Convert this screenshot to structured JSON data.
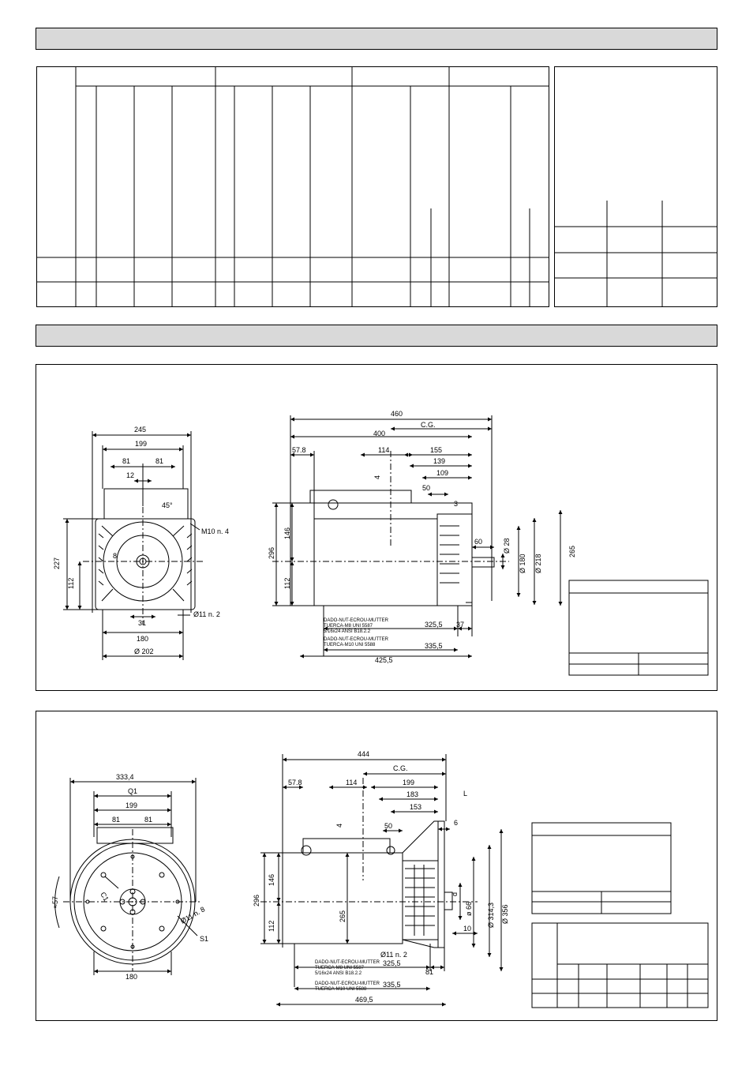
{
  "drawing1": {
    "front": {
      "w245": "245",
      "w199": "199",
      "w81a": "81",
      "w81b": "81",
      "w12": "12",
      "a45": "45°",
      "m10": "M10  n. 4",
      "h227": "227",
      "h112": "112",
      "d8": "8",
      "w31": "31",
      "h11": "Ø11  n. 2",
      "w180": "180",
      "d202": "Ø 202"
    },
    "side": {
      "l460": "460",
      "cg": "C.G.",
      "l400": "400",
      "l57": "57.8",
      "l114": "114",
      "l155": "155",
      "l139": "139",
      "l109": "109",
      "l50": "50",
      "v4": "4",
      "v3": "3",
      "l60": "60",
      "h146": "146",
      "h296": "296",
      "h112": "112",
      "h265": "265",
      "d28": "Ø 28",
      "d180": "Ø 180",
      "d218": "Ø 218",
      "nut1a": "DADO-NUT-ECROU-MUTTER",
      "nut1b": "TUERCA-M8 UNI 5587",
      "nut1c": "5/16x24 ANSI B18.2.2",
      "nut2a": "DADO-NUT-ECROU-MUTTER",
      "nut2b": "TUERCA-M10 UNI 5588",
      "l325": "325,5",
      "l37": "37",
      "l335": "335,5",
      "l425": "425,5"
    }
  },
  "drawing2": {
    "front": {
      "w333": "333,4",
      "q1": "Q1",
      "w199": "199",
      "w81a": "81",
      "w81b": "81",
      "a57": "≈57",
      "c1": "C1",
      "h11": "Ø11  n. 8",
      "s1": "S1",
      "w180": "180"
    },
    "side": {
      "l444": "444",
      "cg": "C.G.",
      "l57": "57.8",
      "l114": "114",
      "l199": "199",
      "l183": "183",
      "l153": "153",
      "L": "L",
      "v6": "6",
      "v4": "4",
      "l50": "50",
      "h296": "296",
      "h146": "146",
      "h265": "265",
      "h112": "112",
      "d": "d",
      "d66": "ø 66",
      "d314": "Ø 314,3",
      "d356": "Ø 356",
      "l10": "10",
      "h11": "Ø11  n. 2",
      "nut1a": "DADO-NUT-ECROU-MUTTER",
      "nut1b": "TUERCA-M8 UNI 5587",
      "nut1c": "5/16x24 ANSI B18.2.2",
      "nut2a": "DADO-NUT-ECROU-MUTTER",
      "nut2b": "TUERCA-M10 UNI 5588",
      "l325": "325,5",
      "l81": "81",
      "l335": "335,5",
      "l469": "469,5"
    }
  }
}
